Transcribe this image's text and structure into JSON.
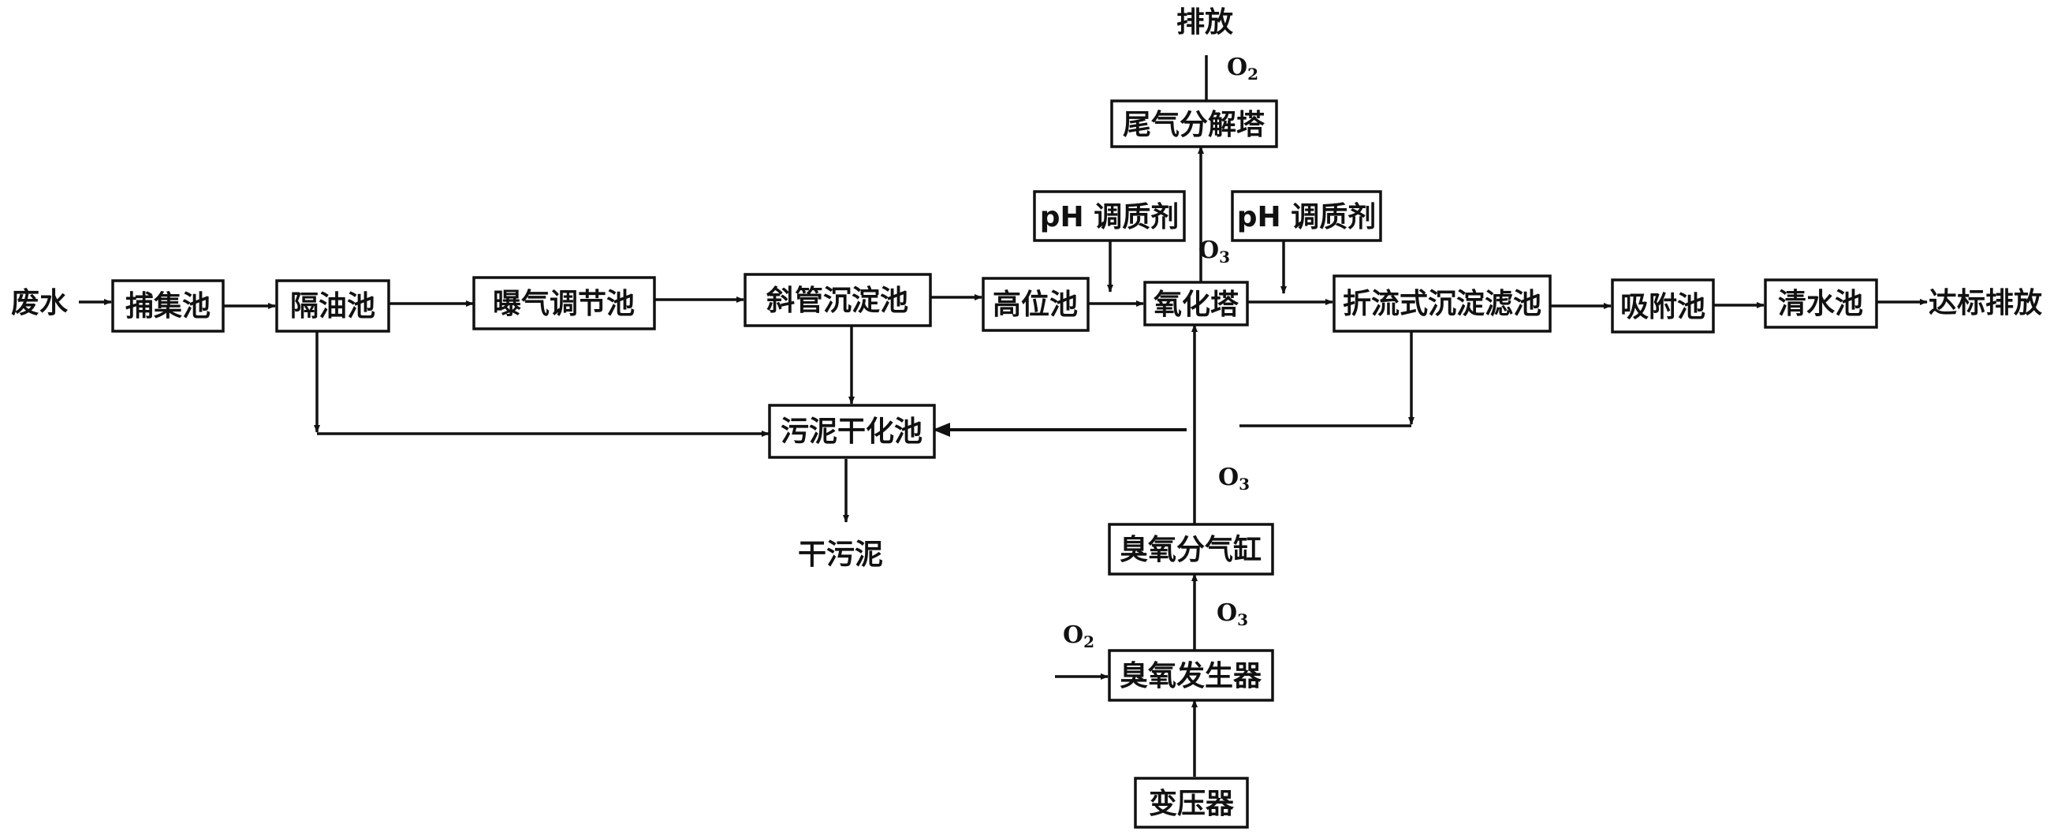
{
  "boxes": {
    "capture_tank": "捕集池",
    "oil_separator": "隔油池",
    "aeration_tank": "曝气调节池",
    "inclined_tube_settler": "斜管沉淀池",
    "high_level_tank": "高位池",
    "oxidation_tower": "氧化塔",
    "baffled_settling_filter": "折流式沉淀滤池",
    "adsorption_tank": "吸附池",
    "clear_water_tank": "清水池",
    "sludge_drying_tank": "污泥干化池",
    "tail_gas_decomposer": "尾气分解塔",
    "ozone_distributor": "臭氧分气缸",
    "ozone_generator": "臭氧发生器",
    "transformer": "变压器",
    "ph_adjuster_left": "pH 调质剂",
    "ph_adjuster_right": "pH 调质剂"
  },
  "labels": {
    "wastewater_in": "废水",
    "discharge_compliant": "达标排放",
    "dry_sludge": "干污泥",
    "vent": "排放",
    "o2_vent": "O",
    "o2_vent_sub": "2",
    "o3_top": "O",
    "o3_top_sub": "3",
    "o3_mid": "O",
    "o3_mid_sub": "3",
    "o3_gen": "O",
    "o3_gen_sub": "3",
    "o2_in": "O",
    "o2_in_sub": "2"
  }
}
